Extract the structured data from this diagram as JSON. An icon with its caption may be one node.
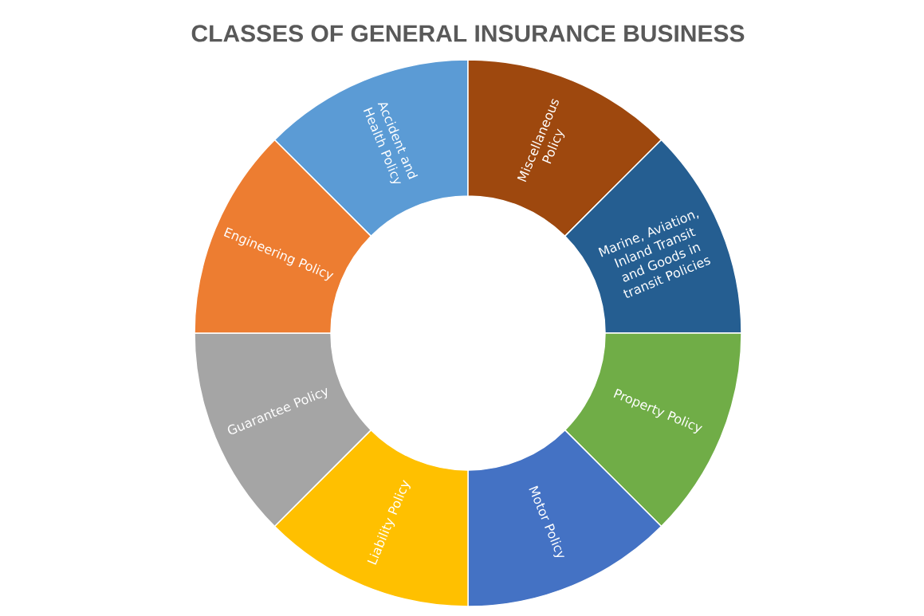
{
  "diagram": {
    "title": "CLASSES OF GENERAL INSURANCE BUSINESS",
    "nodes": [
      {
        "text": [
          "Accident and Health Policy"
        ]
      },
      {
        "text": [
          "Miscellaneous Policy"
        ]
      },
      {
        "text": [
          "Marine, Aviation, Inland Transit and Goods in transit Policies"
        ]
      },
      {
        "text": [
          "Property Policy"
        ]
      },
      {
        "text": [
          "Motor Policy"
        ]
      },
      {
        "text": [
          "Liability Policy"
        ]
      },
      {
        "text": [
          "Guarantee Policy"
        ]
      },
      {
        "text": [
          "Engineering Policy"
        ]
      }
    ]
  }
}
